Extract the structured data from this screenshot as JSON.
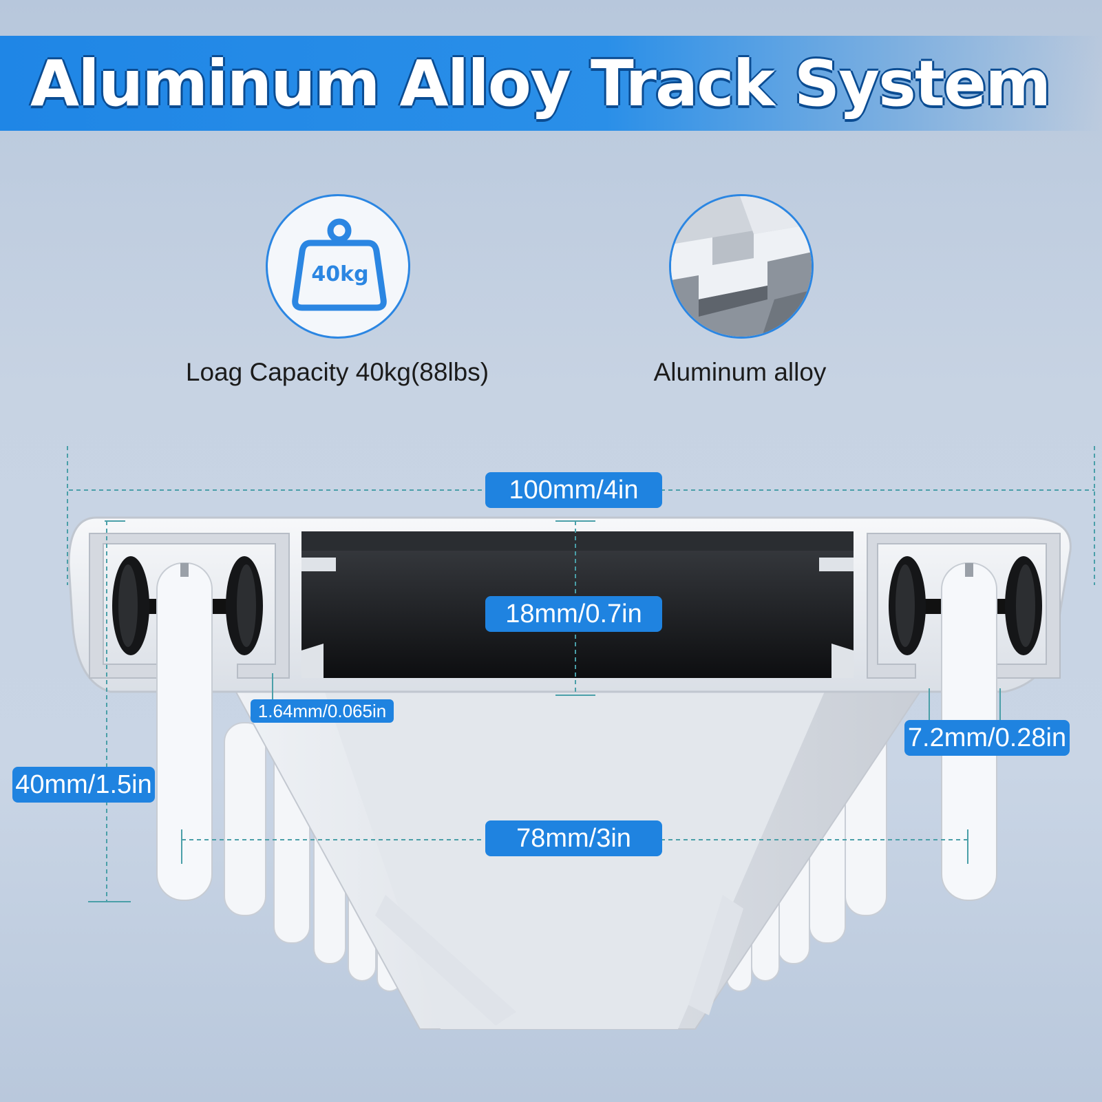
{
  "title": "Aluminum Alloy Track System",
  "features": [
    {
      "icon": "weight-icon",
      "icon_text": "40kg",
      "label": "Loag Capacity 40kg(88lbs)"
    },
    {
      "icon": "aluminum-profile-icon",
      "label": "Aluminum alloy"
    }
  ],
  "dimensions": {
    "width": "100mm/4in",
    "inner_height": "18mm/0.7in",
    "wall_thickness": "1.64mm/0.065in",
    "height": "40mm/1.5in",
    "lip": "7.2mm/0.28in",
    "bottom_width": "78mm/3in"
  },
  "colors": {
    "accent": "#1f83e0",
    "title_band": "#1f86e6"
  }
}
